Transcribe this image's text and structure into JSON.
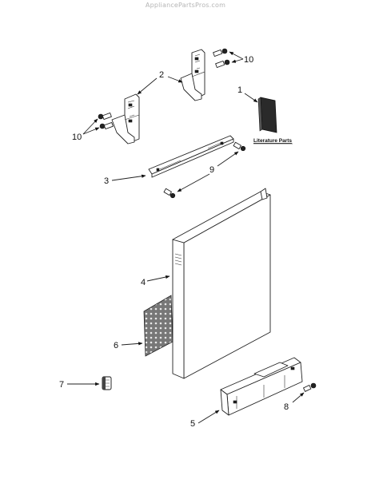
{
  "watermark": "AppliancePartsPros.com",
  "diagram": {
    "labels": [
      {
        "id": "1",
        "text": "1"
      },
      {
        "id": "2",
        "text": "2"
      },
      {
        "id": "3",
        "text": "3"
      },
      {
        "id": "4",
        "text": "4"
      },
      {
        "id": "5",
        "text": "5"
      },
      {
        "id": "6",
        "text": "6"
      },
      {
        "id": "7",
        "text": "7"
      },
      {
        "id": "8",
        "text": "8"
      },
      {
        "id": "9",
        "text": "9"
      },
      {
        "id": "10a",
        "text": "10"
      },
      {
        "id": "10b",
        "text": "10"
      }
    ],
    "literature_caption": "Literature Parts"
  }
}
